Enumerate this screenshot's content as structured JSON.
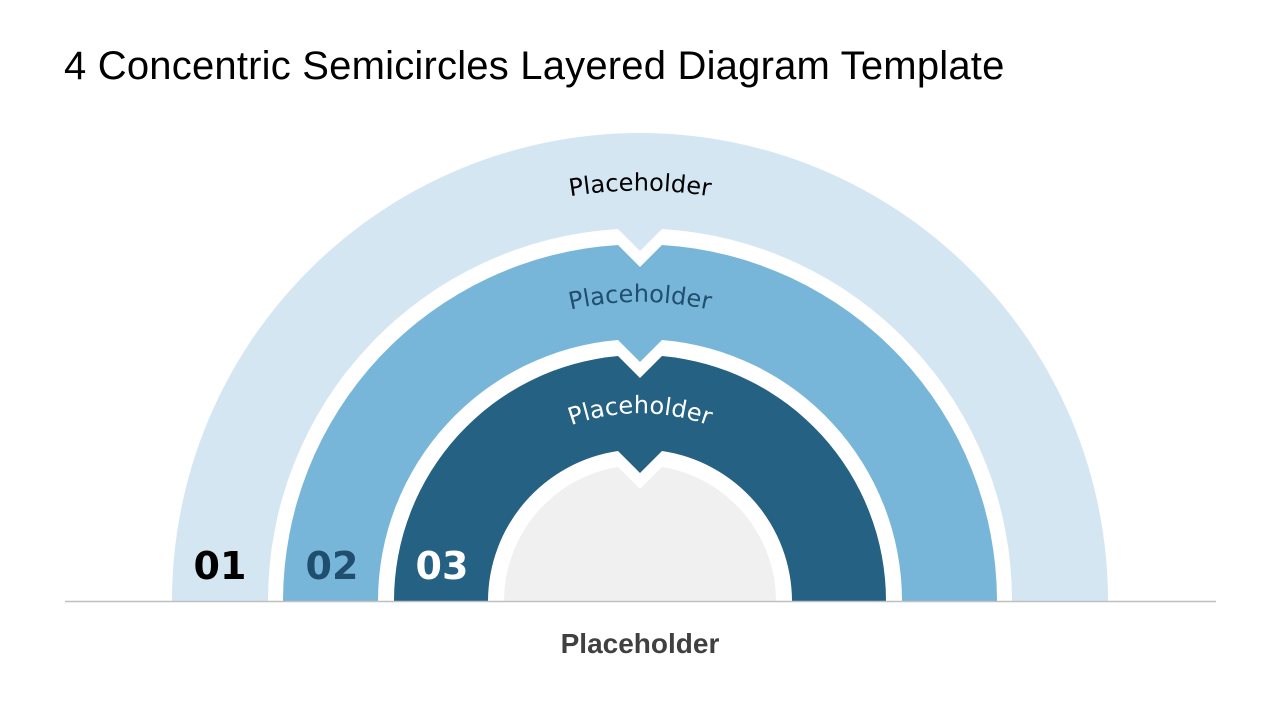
{
  "title": "4 Concentric Semicircles Layered Diagram Template",
  "layers": [
    {
      "number": "01",
      "label": "Placeholder",
      "fill": "#d3e6f2",
      "text_color": "#000000",
      "number_color": "#000000"
    },
    {
      "number": "02",
      "label": "Placeholder",
      "fill": "#78b6d9",
      "text_color": "#1f4e6e",
      "number_color": "#1f4e6e"
    },
    {
      "number": "03",
      "label": "Placeholder",
      "fill": "#246182",
      "text_color": "#ffffff",
      "number_color": "#ffffff"
    }
  ],
  "core": {
    "fill": "#f0f0f0"
  },
  "baseline_color": "#bfbfbf",
  "bottom_label": "Placeholder"
}
